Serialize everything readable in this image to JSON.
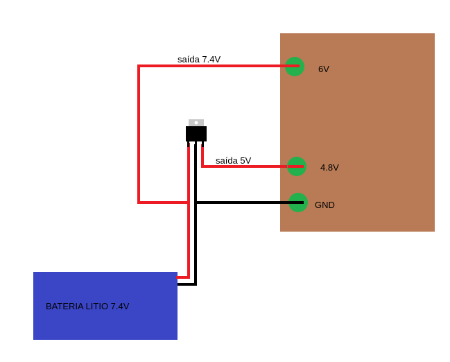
{
  "labels": {
    "output_74": "saída 7.4V",
    "output_5": "saída 5V",
    "pin_6v": "6V",
    "pin_48v": "4.8V",
    "pin_gnd": "GND",
    "battery": "BATERIA LITIO 7.4V"
  },
  "colors": {
    "board": "#b87b56",
    "battery": "#3b46c7",
    "pin": "#22b14c",
    "wire_positive": "#ed1c24",
    "wire_ground": "#000000",
    "regulator": "#000000",
    "regulator_tab": "#c8c8c8"
  }
}
